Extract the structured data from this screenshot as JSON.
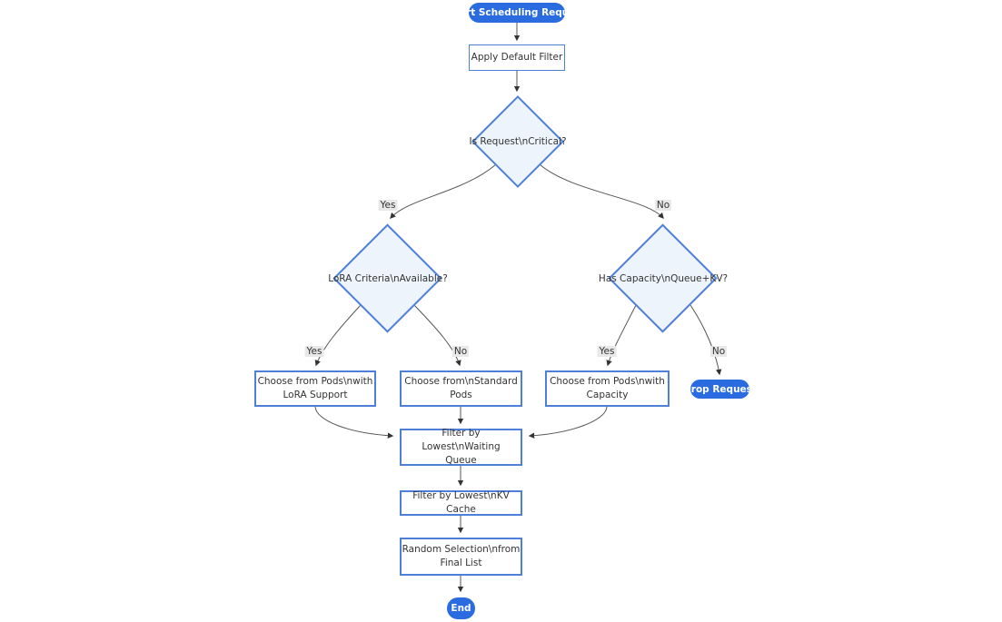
{
  "diagram": {
    "nodes": {
      "start": {
        "label": "Start Scheduling Request"
      },
      "apply_default_filter": {
        "lines": [
          "Apply Default Filter"
        ]
      },
      "is_request_critical": {
        "label": "Is Request\\nCritical?"
      },
      "lora_criteria_available": {
        "label": "LoRA Criteria\\nAvailable?"
      },
      "has_capacity_queue_kv": {
        "label": "Has Capacity\\nQueue+KV?"
      },
      "choose_pods_lora": {
        "lines": [
          "Choose from Pods\\nwith",
          "LoRA Support"
        ]
      },
      "choose_standard_pods": {
        "lines": [
          "Choose from\\nStandard",
          "Pods"
        ]
      },
      "choose_pods_capacity": {
        "lines": [
          "Choose from Pods\\nwith",
          "Capacity"
        ]
      },
      "drop_request": {
        "label": "Drop Request"
      },
      "filter_waiting_queue": {
        "lines": [
          "Filter by Lowest\\nWaiting",
          "Queue"
        ]
      },
      "filter_kv_cache": {
        "lines": [
          "Filter by Lowest\\nKV Cache"
        ]
      },
      "random_selection": {
        "lines": [
          "Random Selection\\nfrom",
          "Final List"
        ]
      },
      "end": {
        "label": "End"
      }
    },
    "edge_labels": {
      "critical_yes": "Yes",
      "critical_no": "No",
      "lora_yes": "Yes",
      "lora_no": "No",
      "capacity_yes": "Yes",
      "capacity_no": "No"
    },
    "colors": {
      "pill_fill": "#2a6ce0",
      "pill_text": "#ffffff",
      "node_border": "#4e80d9",
      "decision_fill": "#edf4fb",
      "process_fill": "#ffffff",
      "edge_line": "#555555",
      "arrowhead": "#333333",
      "edge_label_bg": "#e8e8e8",
      "text": "#333333",
      "background": "#ffffff"
    }
  }
}
